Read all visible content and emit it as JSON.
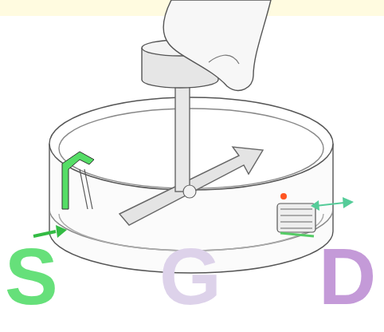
{
  "diagram": {
    "labels": [
      "S",
      "G",
      "D"
    ]
  }
}
